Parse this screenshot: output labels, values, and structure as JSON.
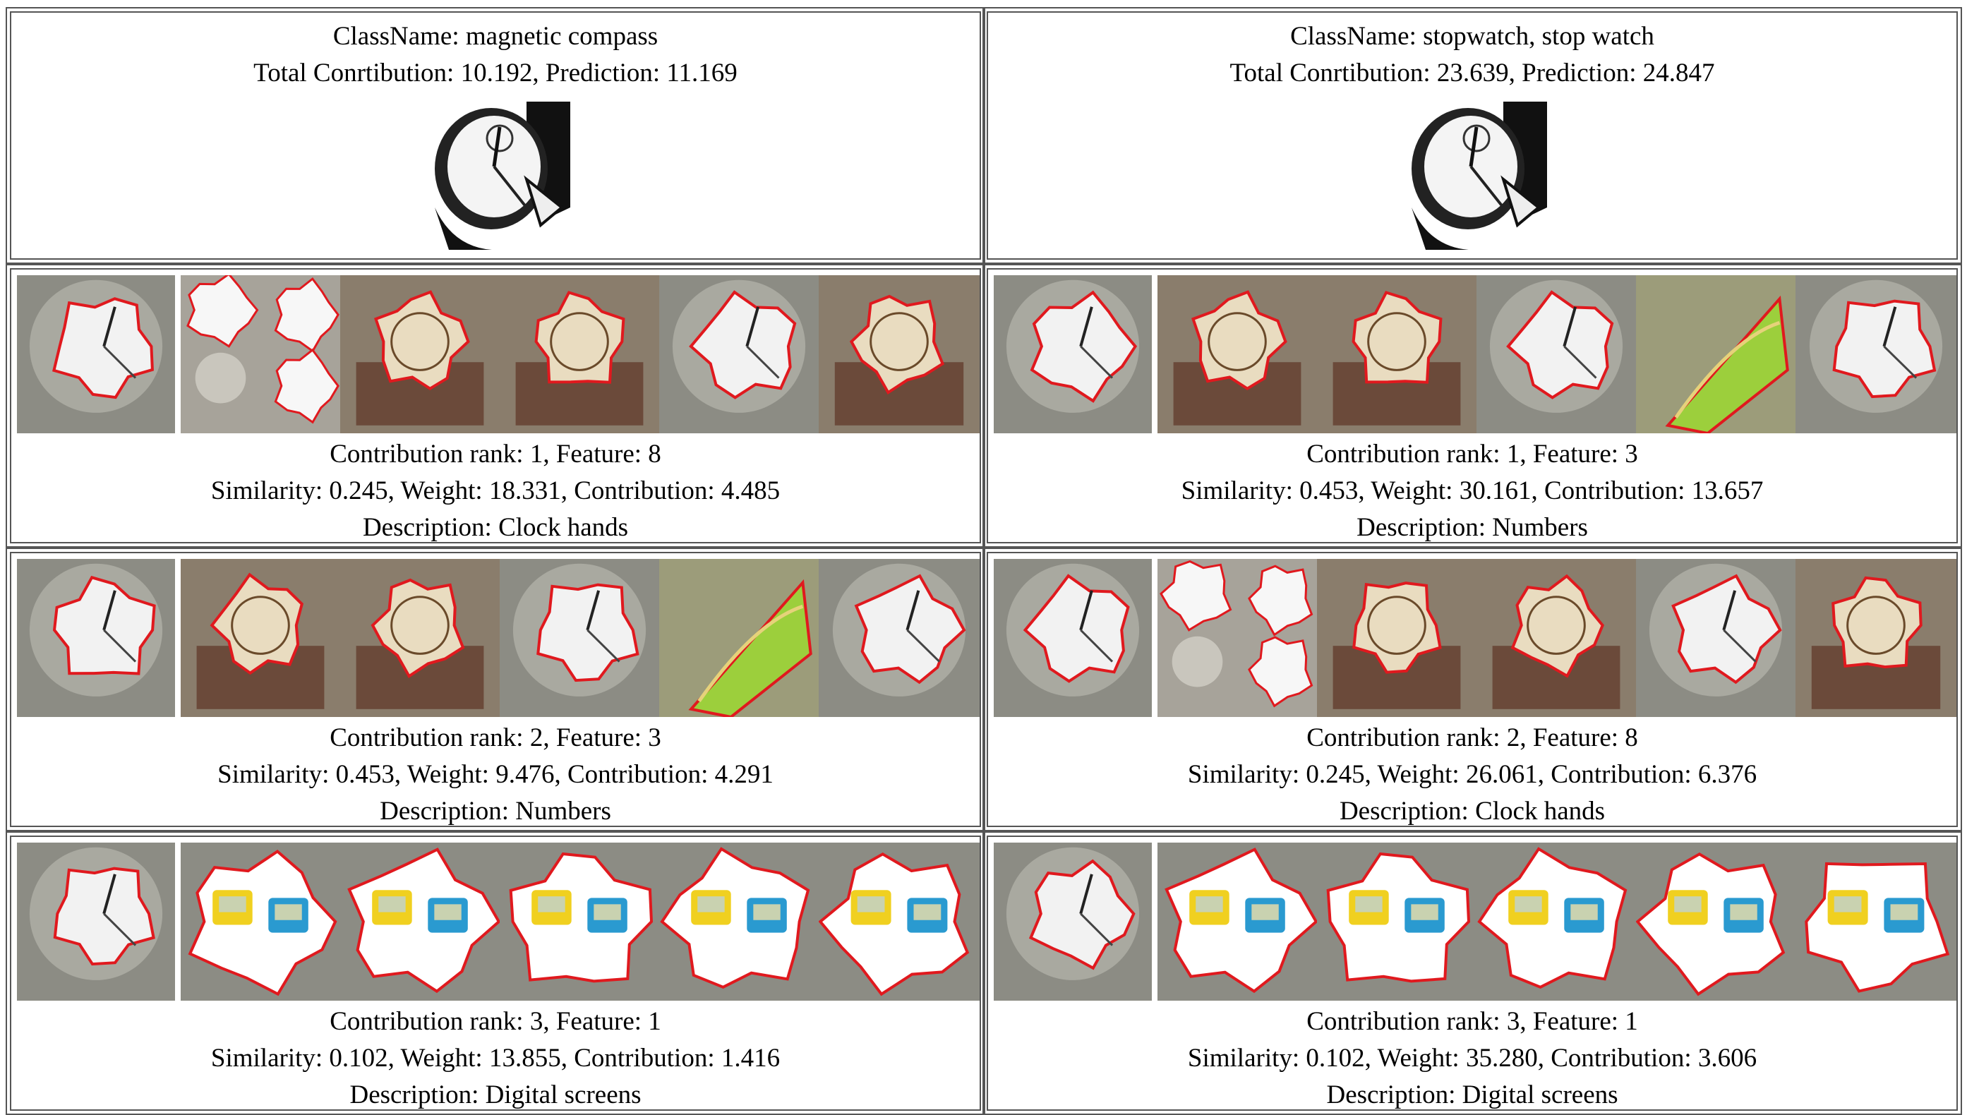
{
  "columns": [
    {
      "class_name": "ClassName: magnetic compass",
      "totals": "Total Conrtibution: 10.192, Prediction: 11.169",
      "features": [
        {
          "rank": "Contribution rank: 1, Feature: 8",
          "stats": "Similarity: 0.245, Weight: 18.331, Contribution: 4.485",
          "desc": "Description: Clock hands",
          "thumbs": [
            "dial",
            "compass",
            "clock",
            "clock",
            "dial",
            "clock"
          ]
        },
        {
          "rank": "Contribution rank: 2, Feature: 3",
          "stats": "Similarity: 0.453, Weight: 9.476, Contribution: 4.291",
          "desc": "Description: Numbers",
          "thumbs": [
            "dial",
            "clock",
            "clock",
            "dial",
            "green",
            "dial"
          ]
        },
        {
          "rank": "Contribution rank: 3, Feature: 1",
          "stats": "Similarity: 0.102, Weight: 13.855, Contribution: 1.416",
          "desc": "Description: Digital screens",
          "thumbs": [
            "dial",
            "digital",
            "digital",
            "digital",
            "digital",
            "digital"
          ]
        }
      ]
    },
    {
      "class_name": "ClassName: stopwatch, stop watch",
      "totals": "Total Conrtibution: 23.639, Prediction: 24.847",
      "features": [
        {
          "rank": "Contribution rank: 1, Feature: 3",
          "stats": "Similarity: 0.453, Weight: 30.161, Contribution: 13.657",
          "desc": "Description: Numbers",
          "thumbs": [
            "dial",
            "clock",
            "clock",
            "dial",
            "green",
            "dial"
          ]
        },
        {
          "rank": "Contribution rank: 2, Feature: 8",
          "stats": "Similarity: 0.245, Weight: 26.061, Contribution: 6.376",
          "desc": "Description: Clock hands",
          "thumbs": [
            "dial",
            "compass",
            "clock",
            "clock",
            "dial",
            "clock"
          ]
        },
        {
          "rank": "Contribution rank: 3, Feature: 1",
          "stats": "Similarity: 0.102, Weight: 35.280, Contribution: 3.606",
          "desc": "Description: Digital screens",
          "thumbs": [
            "dial",
            "digital",
            "digital",
            "digital",
            "digital",
            "digital"
          ]
        }
      ]
    }
  ],
  "colors": {
    "outline": "#e0191e",
    "overlay": "#8c8c84",
    "border": "#555555"
  }
}
